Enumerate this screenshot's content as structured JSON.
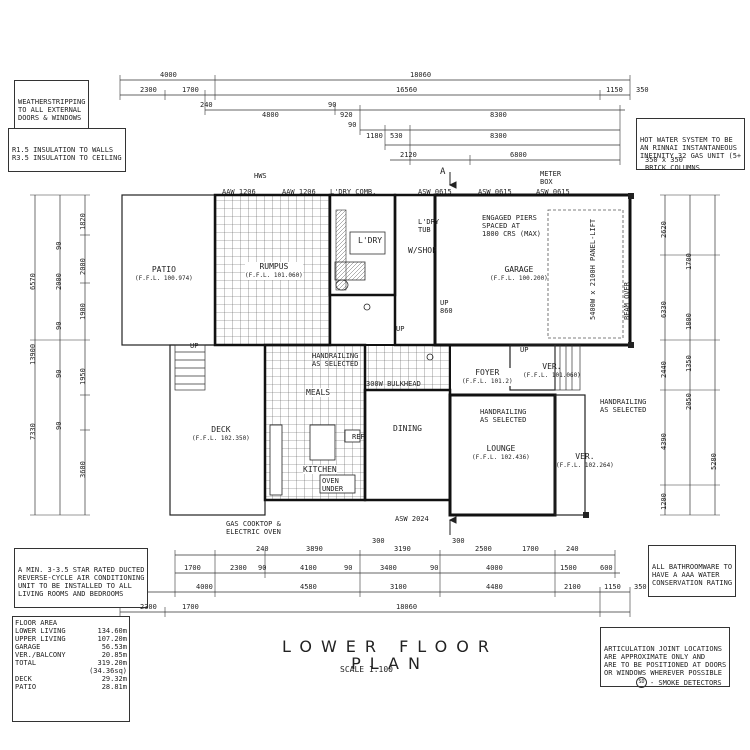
{
  "notes": {
    "weatherstripping": [
      "WEATHERSTRIPPING",
      "TO ALL EXTERNAL",
      "DOORS & WINDOWS"
    ],
    "insulation": [
      "R1.5 INSULATION TO WALLS",
      "R3.5 INSULATION TO CEILING"
    ],
    "hot_water": [
      "HOT WATER SYSTEM TO BE",
      "AN RINNAI INSTANTANEOUS",
      "INFINITY 32 GAS UNIT (5+"
    ],
    "aircon": [
      "A MIN. 3-3.5 STAR RATED DUCTED",
      "REVERSE-CYCLE AIR CONDITIONING",
      "UNIT TO BE INSTALLED TO ALL",
      "LIVING ROOMS AND BEDROOMS"
    ],
    "bathroomware": [
      "ALL BATHROOMWARE TO",
      "HAVE A AAA WATER",
      "CONSERVATION RATING"
    ],
    "articulation": [
      "ARTICULATION JOINT LOCATIONS",
      "ARE APPROXIMATE ONLY AND",
      "ARE TO BE POSITIONED AT DOORS",
      "OR WINDOWS WHEREVER POSSIBLE"
    ]
  },
  "floor_area": {
    "heading": "FLOOR AREA",
    "rows": [
      {
        "label": "LOWER LIVING",
        "value": "134.60m"
      },
      {
        "label": "UPPER LIVING",
        "value": "107.20m"
      },
      {
        "label": "GARAGE",
        "value": "56.53m"
      },
      {
        "label": "VER./BALCONY",
        "value": "20.85m"
      },
      {
        "label": "TOTAL",
        "value": "319.20m"
      },
      {
        "label": "",
        "value": "(34.36sq)"
      },
      {
        "label": "DECK",
        "value": "29.32m"
      },
      {
        "label": "PATIO",
        "value": "28.81m"
      }
    ]
  },
  "title": {
    "main": "LOWER FLOOR",
    "sub": "PLAN",
    "scale": "SCALE 1:100"
  },
  "legend": {
    "symbol": "SD",
    "label": "- SMOKE DETECTORS"
  },
  "rooms": {
    "patio": {
      "name": "PATIO",
      "ffl": "(F.F.L. 100.974)"
    },
    "rumpus": {
      "name": "RUMPUS",
      "ffl": "(F.F.L. 101.060)"
    },
    "ldry": {
      "name": "L'DRY"
    },
    "wshop": {
      "name": "W/SHOP"
    },
    "garage": {
      "name": "GARAGE",
      "ffl": "(F.F.L. 100.200)"
    },
    "meals": {
      "name": "MEALS"
    },
    "deck": {
      "name": "DECK",
      "ffl": "(F.F.L. 102.350)"
    },
    "dining": {
      "name": "DINING"
    },
    "foyer": {
      "name": "FOYER",
      "ffl": "(F.F.L. 101.2)"
    },
    "ver1": {
      "name": "VER.",
      "ffl": "(F.F.L. 101.060)"
    },
    "lounge": {
      "name": "LOUNGE",
      "ffl": "(F.F.L. 102.436)"
    },
    "ver2": {
      "name": "VER.",
      "ffl": "(F.F.L. 102.264)"
    },
    "kitchen": {
      "name": "KITCHEN"
    }
  },
  "labels": {
    "hws": "HWS",
    "aaw1206a": "AAW 1206",
    "aaw1206b": "AAW 1206",
    "ldry_comb": "L'DRY COMB.",
    "asw0615a": "ASW 0615",
    "asw0615b": "ASW 0615",
    "asw0615c": "ASW 0615",
    "meter_box": [
      "METER",
      "BOX"
    ],
    "brick_cols": [
      "350 x 350",
      "BRICK COLUMNS"
    ],
    "ldry_tub": [
      "L'DRY",
      "TUB"
    ],
    "piers": [
      "ENGAGED PIERS",
      "SPACED AT",
      "1800 CRS (MAX)"
    ],
    "panel_lift": "5400W x 2100H PANEL-LIFT",
    "beam_over": "BEAM OVER",
    "up1": "UP",
    "up2": "UP",
    "up3": "UP",
    "up860": [
      "UP",
      "860"
    ],
    "handrail1": [
      "HANDRAILING",
      "AS SELECTED"
    ],
    "handrail2": [
      "HANDRAILING",
      "AS SELECTED"
    ],
    "handrail3": [
      "HANDRAILING",
      "AS SELECTED"
    ],
    "bulkhead": "300W BULKHEAD",
    "fridge": "REF",
    "oven": [
      "OVEN",
      "UNDER"
    ],
    "asw2024": "ASW 2024",
    "gas_cooktop": [
      "GAS COOKTOP &",
      "ELECTRIC OVEN"
    ],
    "section_a": "A"
  },
  "dimensions": {
    "top_row1": [
      "4000",
      "18060"
    ],
    "top_row2": [
      "2300",
      "1700",
      "16560",
      "1150",
      "350"
    ],
    "top_row3": [
      "240",
      "4800",
      "90",
      "920",
      "8300"
    ],
    "top_row4": [
      "90",
      "1180",
      "530",
      "8300"
    ],
    "top_row5": [
      "2120",
      "6800"
    ],
    "left_outer": [
      "6570",
      "13900",
      "7330"
    ],
    "left_inner": [
      "1820",
      "2000",
      "1900",
      "1950",
      "3600"
    ],
    "left_mid": [
      "90",
      "2000",
      "90",
      "90",
      "90"
    ],
    "right_outer": [
      "2620",
      "6330",
      "2440",
      "4390",
      "1200"
    ],
    "right_inner": [
      "1700",
      "1800",
      "1350",
      "2050",
      "5280"
    ],
    "bottom_row1": [
      "240",
      "3890",
      "300",
      "3190",
      "300",
      "2500",
      "1700",
      "240"
    ],
    "bottom_row2": [
      "1700",
      "2300",
      "90",
      "4100",
      "90",
      "3400",
      "90",
      "4000",
      "1500",
      "600"
    ],
    "bottom_row3": [
      "4000",
      "4580",
      "3100",
      "4480",
      "2100",
      "1150",
      "350"
    ],
    "bottom_row4": [
      "2300",
      "1700",
      "18060"
    ]
  }
}
